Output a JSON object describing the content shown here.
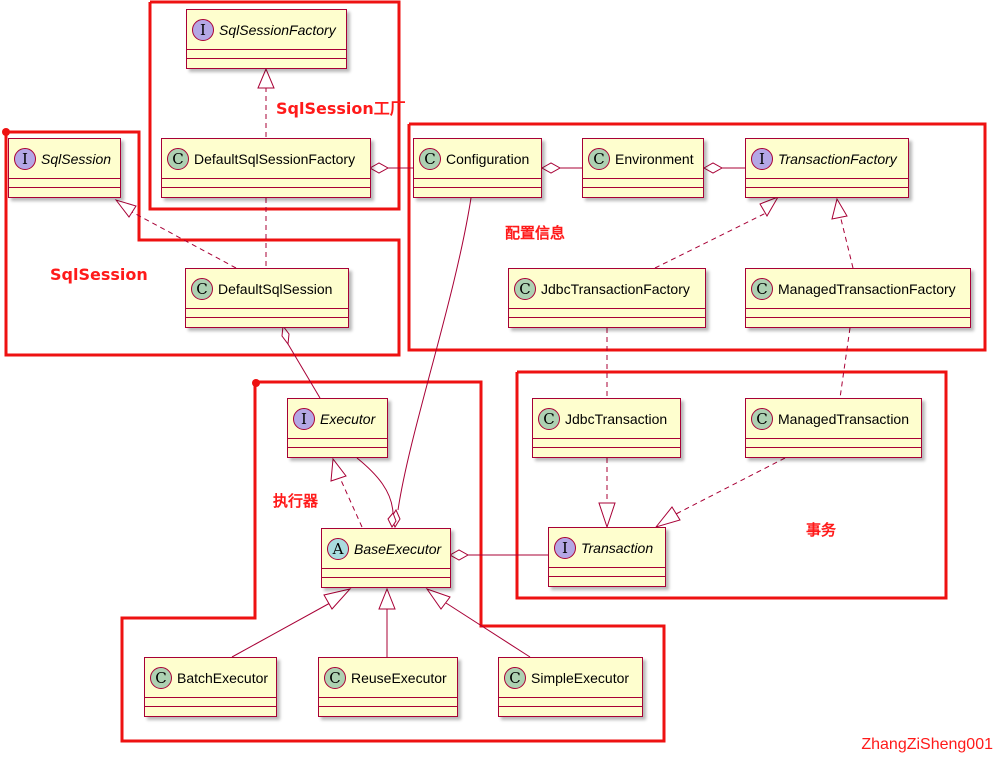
{
  "classes": {
    "sqlsession_factory": {
      "name": "SqlSessionFactory",
      "kind": "I"
    },
    "default_sqlsession_factory": {
      "name": "DefaultSqlSessionFactory",
      "kind": "C"
    },
    "sqlsession": {
      "name": "SqlSession",
      "kind": "I"
    },
    "default_sqlsession": {
      "name": "DefaultSqlSession",
      "kind": "C"
    },
    "configuration": {
      "name": "Configuration",
      "kind": "C"
    },
    "environment": {
      "name": "Environment",
      "kind": "C"
    },
    "transaction_factory": {
      "name": "TransactionFactory",
      "kind": "I"
    },
    "jdbc_transaction_factory": {
      "name": "JdbcTransactionFactory",
      "kind": "C"
    },
    "managed_transaction_factory": {
      "name": "ManagedTransactionFactory",
      "kind": "C"
    },
    "jdbc_transaction": {
      "name": "JdbcTransaction",
      "kind": "C"
    },
    "managed_transaction": {
      "name": "ManagedTransaction",
      "kind": "C"
    },
    "transaction": {
      "name": "Transaction",
      "kind": "I"
    },
    "executor": {
      "name": "Executor",
      "kind": "I"
    },
    "base_executor": {
      "name": "BaseExecutor",
      "kind": "A"
    },
    "batch_executor": {
      "name": "BatchExecutor",
      "kind": "C"
    },
    "reuse_executor": {
      "name": "ReuseExecutor",
      "kind": "C"
    },
    "simple_executor": {
      "name": "SimpleExecutor",
      "kind": "C"
    }
  },
  "group_labels": {
    "factory": "SqlSession工厂",
    "session": "SqlSession",
    "config": "配置信息",
    "executor": "执行器",
    "transaction": "事务"
  },
  "watermark": "ZhangZiSheng001",
  "colors": {
    "class_fill": "#FEFECE",
    "class_border": "#A80036",
    "group_border": "#ee1111",
    "label": "#ff1a1a",
    "interface_badge": "#B4A7E5",
    "class_badge": "#ADD1B2",
    "abstract_badge": "#A9DCDF"
  }
}
